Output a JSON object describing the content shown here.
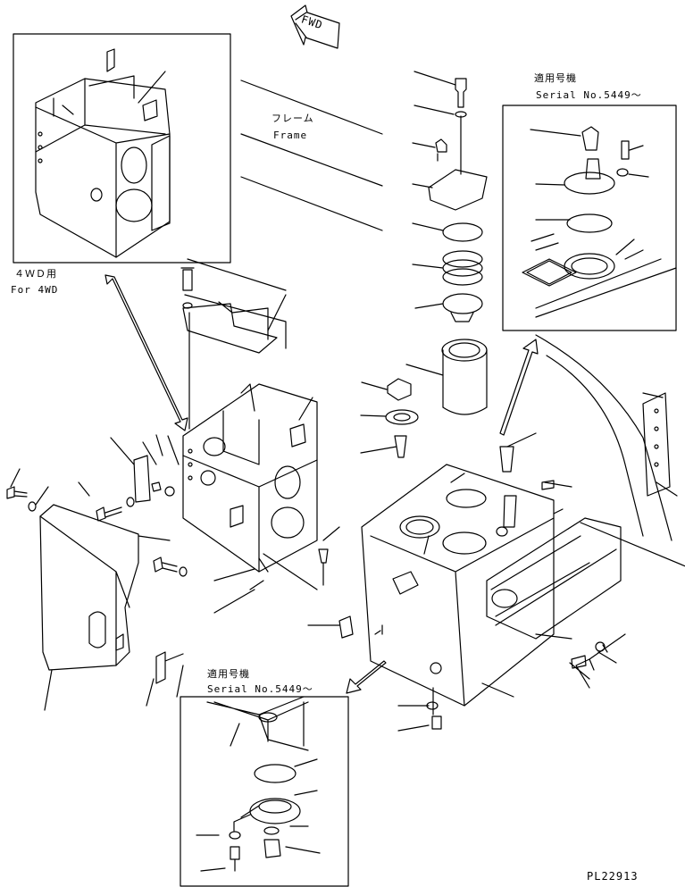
{
  "labels": {
    "fwd": "FWD",
    "frame_jp": "フレーム",
    "frame_en": "Frame",
    "fourwd_jp": "４ＷＤ用",
    "fourwd_en": "For 4WD",
    "serial_top_jp": "適用号機",
    "serial_top_en": "Serial No.5449～",
    "serial_bottom_jp": "適用号機",
    "serial_bottom_en": "Serial No.5449～",
    "drawing_number": "PL22913"
  },
  "colors": {
    "line": "#000000",
    "background": "#ffffff"
  }
}
